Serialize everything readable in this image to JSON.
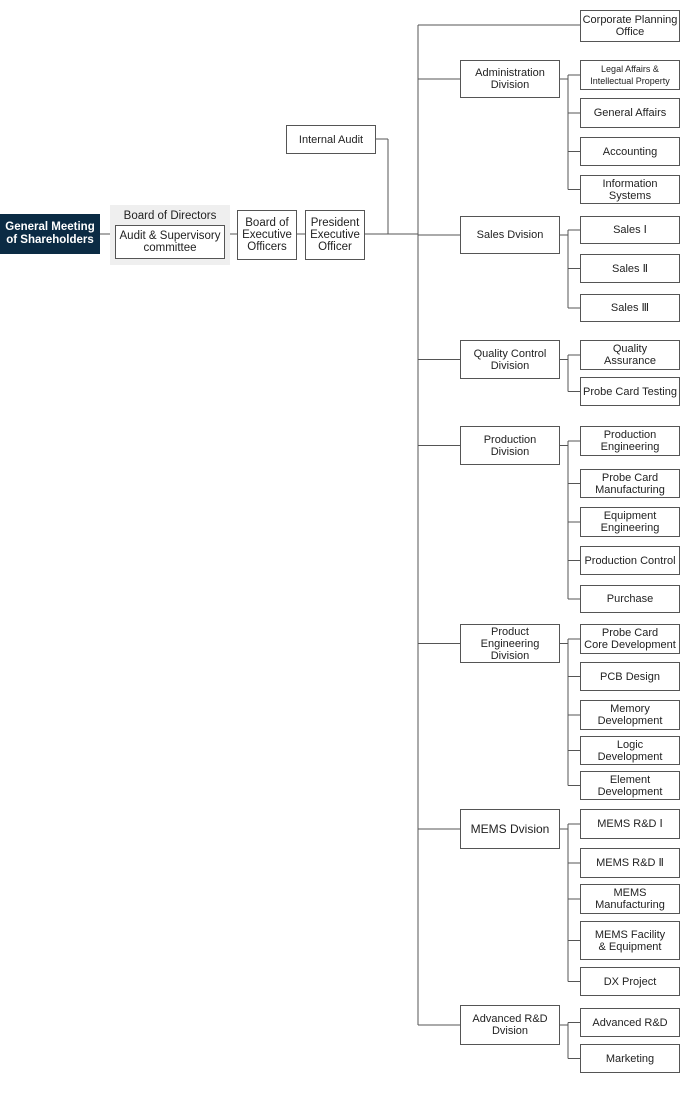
{
  "top": {
    "shareholders": "General Meeting\nof Shareholders",
    "board_title": "Board of Directors",
    "audit_committee": "Audit & Supervisory\ncommittee",
    "board_exec": "Board of\nExecutive\nOfficers",
    "president": "President\nExecutive\nOfficer",
    "internal_audit": "Internal Audit",
    "corporate_planning": "Corporate Planning\nOffice"
  },
  "divisions": [
    {
      "name": "Administration\nDivision",
      "departments": [
        "Legal Affairs &\nIntellectual Property",
        "General Affairs",
        "Accounting",
        "Information\nSystems"
      ]
    },
    {
      "name": "Sales Dvision",
      "departments": [
        "Sales Ⅰ",
        "Sales Ⅱ",
        "Sales Ⅲ"
      ]
    },
    {
      "name": "Quality Control\nDivision",
      "departments": [
        "Quality\nAssurance",
        "Probe Card Testing"
      ]
    },
    {
      "name": "Production\nDivision",
      "departments": [
        "Production\nEngineering",
        "Probe Card\nManufacturing",
        "Equipment\nEngineering",
        "Production Control",
        "Purchase"
      ]
    },
    {
      "name": "Product Engineering\nDivision",
      "departments": [
        "Probe Card\nCore Development",
        "PCB Design",
        "Memory\nDevelopment",
        "Logic\nDevelopment",
        "Element\nDevelopment"
      ]
    },
    {
      "name": "MEMS Dvision",
      "departments": [
        "MEMS R&D Ⅰ",
        "MEMS R&D Ⅱ",
        "MEMS\nManufacturing",
        "MEMS Facility\n& Equipment",
        "DX Project"
      ]
    },
    {
      "name": "Advanced R&D\nDvision",
      "departments": [
        "Advanced R&D",
        "Marketing"
      ]
    }
  ]
}
